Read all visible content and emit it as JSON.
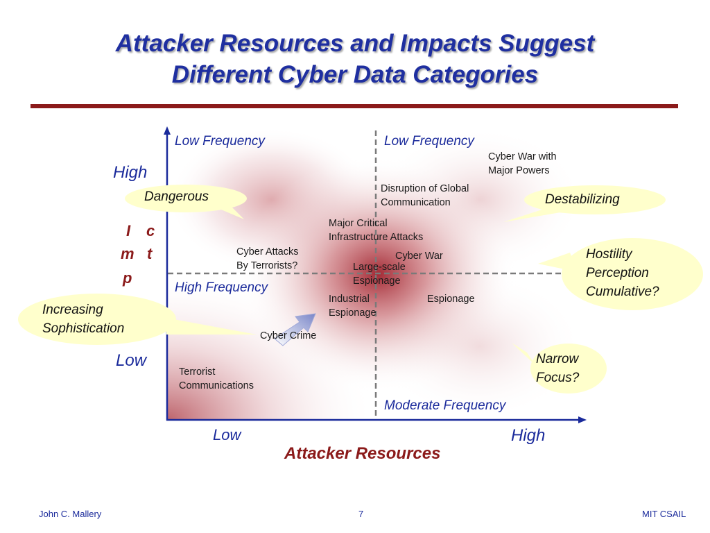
{
  "slide": {
    "title_line1": "Attacker Resources and Impacts Suggest",
    "title_line2": "Different Cyber Data Categories",
    "colors": {
      "title": "#1f2fa0",
      "rule": "#8b1a1a",
      "label": "#1a2a9b",
      "axis_title": "#8b1a1a",
      "callout_fill": "#ffffcc"
    }
  },
  "diagram": {
    "quadrants": {
      "top_left": "Low Frequency",
      "top_right": "Low Frequency",
      "bottom_left": "High Frequency",
      "bottom_right": "Moderate Frequency"
    },
    "y_axis": {
      "high": "High",
      "low": "Low",
      "title_letters": [
        [
          "I",
          "c"
        ],
        [
          "m",
          "t"
        ],
        [
          "p",
          ""
        ]
      ]
    },
    "x_axis": {
      "low": "Low",
      "high": "High",
      "title": "Attacker Resources"
    },
    "items": [
      "Cyber War with\nMajor Powers",
      "Disruption of Global\nCommunication",
      "Major Critical\nInfrastructure Attacks",
      "Cyber Attacks\nBy Terrorists?",
      "Cyber War",
      "Large-scale\nEspionage",
      "Industrial\nEspionage",
      "Espionage",
      "Cyber Crime",
      "Terrorist\nCommunications"
    ],
    "callouts": {
      "dangerous": "Dangerous",
      "destabilizing": "Destabilizing",
      "hostility": "Hostility\nPerception\nCumulative?",
      "increasing": "Increasing\nSophistication",
      "narrow": "Narrow\nFocus?"
    }
  },
  "footer": {
    "author": "John C. Mallery",
    "page": "7",
    "org": "MIT CSAIL"
  }
}
